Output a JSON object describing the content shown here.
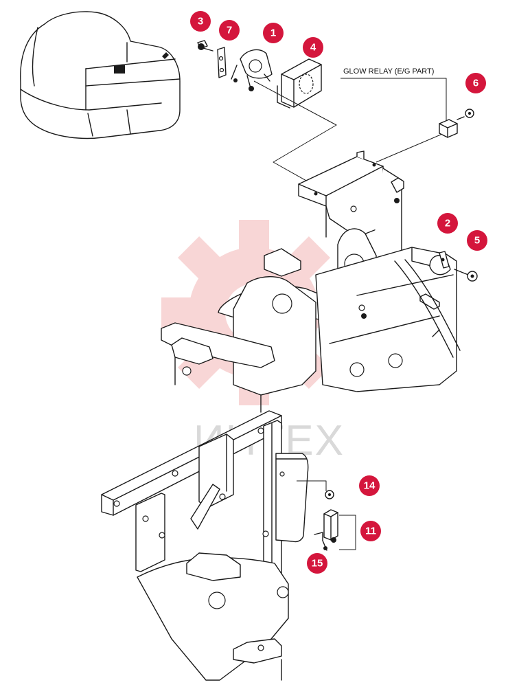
{
  "diagram": {
    "relay_label": "GLOW RELAY (E/G PART)",
    "watermark_text": "ИНТЕХ",
    "callout_color": "#d4163c",
    "watermark_color": "#f3b6b6",
    "callouts": [
      {
        "id": "callout-1",
        "number": "1"
      },
      {
        "id": "callout-2",
        "number": "2"
      },
      {
        "id": "callout-3",
        "number": "3"
      },
      {
        "id": "callout-4",
        "number": "4"
      },
      {
        "id": "callout-5",
        "number": "5"
      },
      {
        "id": "callout-6",
        "number": "6"
      },
      {
        "id": "callout-7",
        "number": "7"
      },
      {
        "id": "callout-11",
        "number": "11"
      },
      {
        "id": "callout-14",
        "number": "14"
      },
      {
        "id": "callout-15",
        "number": "15"
      }
    ]
  }
}
